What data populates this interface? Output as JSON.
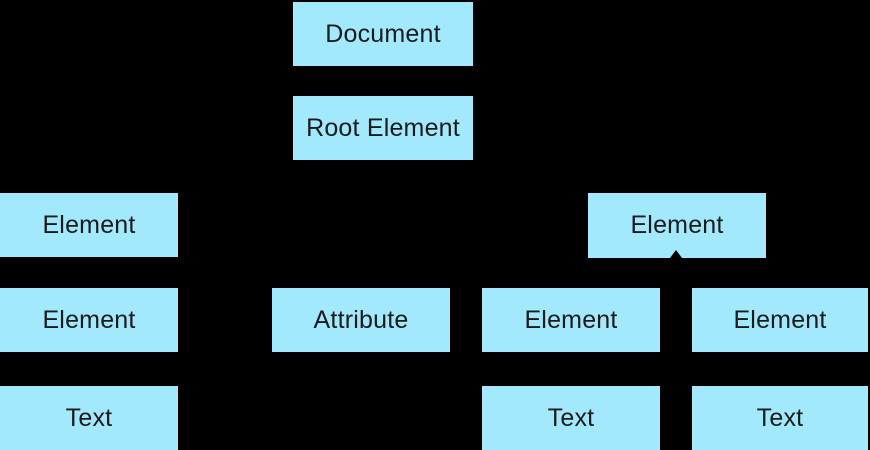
{
  "colors": {
    "background": "#000000",
    "node_fill": "#A3E9FD",
    "node_text": "#1B1B1B",
    "connector": "#000000"
  },
  "nodes": [
    {
      "id": "document",
      "label": "Document"
    },
    {
      "id": "root-element",
      "label": "Root Element"
    },
    {
      "id": "element-left",
      "label": "Element"
    },
    {
      "id": "element-right",
      "label": "Element"
    },
    {
      "id": "element-left-child",
      "label": "Element"
    },
    {
      "id": "attribute",
      "label": "Attribute"
    },
    {
      "id": "element-mid",
      "label": "Element"
    },
    {
      "id": "element-far-right",
      "label": "Element"
    },
    {
      "id": "text-left",
      "label": "Text"
    },
    {
      "id": "text-mid",
      "label": "Text"
    },
    {
      "id": "text-right",
      "label": "Text"
    }
  ]
}
